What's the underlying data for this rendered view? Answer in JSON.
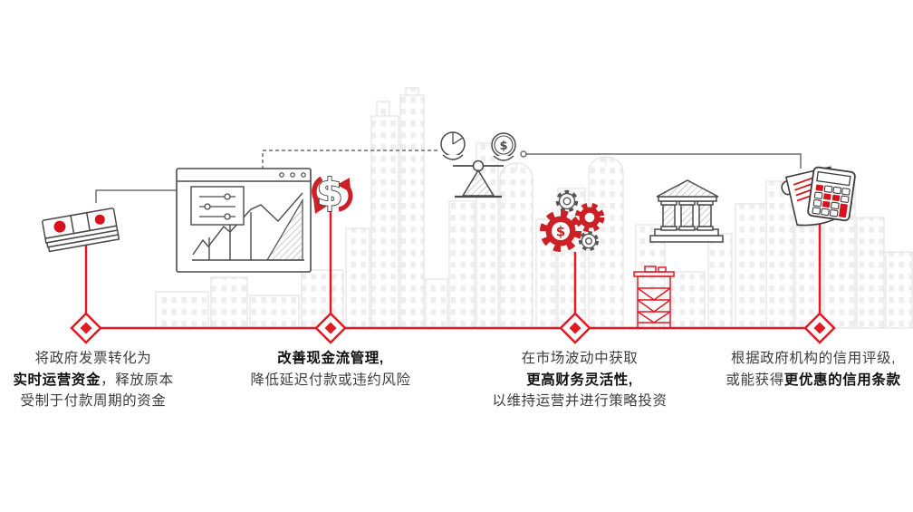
{
  "colors": {
    "timeline_red": "#e01b24",
    "icon_red": "#cd2026",
    "outline_gray": "#4a4a4a",
    "connector_gray": "#6f6f6f",
    "skyline_gray": "#e4e4e4",
    "text": "#3d3d3d",
    "text_bold": "#101010"
  },
  "symbols": {
    "dollar": "$"
  },
  "steps": [
    {
      "name": "invoice-to-working-capital",
      "icon": "money-stack-icon",
      "lines": [
        [
          {
            "text": "将政府发票转化为",
            "bold": false
          }
        ],
        [
          {
            "text": "实时运营资金",
            "bold": true
          },
          {
            "text": "，释放原本",
            "bold": false
          }
        ],
        [
          {
            "text": "受制于付款周期的资金",
            "bold": false
          }
        ]
      ]
    },
    {
      "name": "cash-flow-management",
      "icon": "cashflow-dollar-arrows-icon",
      "lines": [
        [
          {
            "text": "改善现金流管理,",
            "bold": true
          }
        ],
        [
          {
            "text": "降低延迟付款或违约风险",
            "bold": false
          }
        ]
      ]
    },
    {
      "name": "financial-flexibility",
      "icon": "gears-dollar-icon",
      "lines": [
        [
          {
            "text": "在市场波动中获取",
            "bold": false
          }
        ],
        [
          {
            "text": "更高财务灵活性,",
            "bold": true
          }
        ],
        [
          {
            "text": "以维持运营并进行策略投资",
            "bold": false
          }
        ]
      ]
    },
    {
      "name": "better-credit-terms",
      "icon": "receipt-calculator-icon",
      "lines": [
        [
          {
            "text": "根据政府机构的信用评级,",
            "bold": false
          }
        ],
        [
          {
            "text": "或能获得",
            "bold": false
          },
          {
            "text": "更优惠的信用条款",
            "bold": true
          }
        ]
      ]
    }
  ]
}
